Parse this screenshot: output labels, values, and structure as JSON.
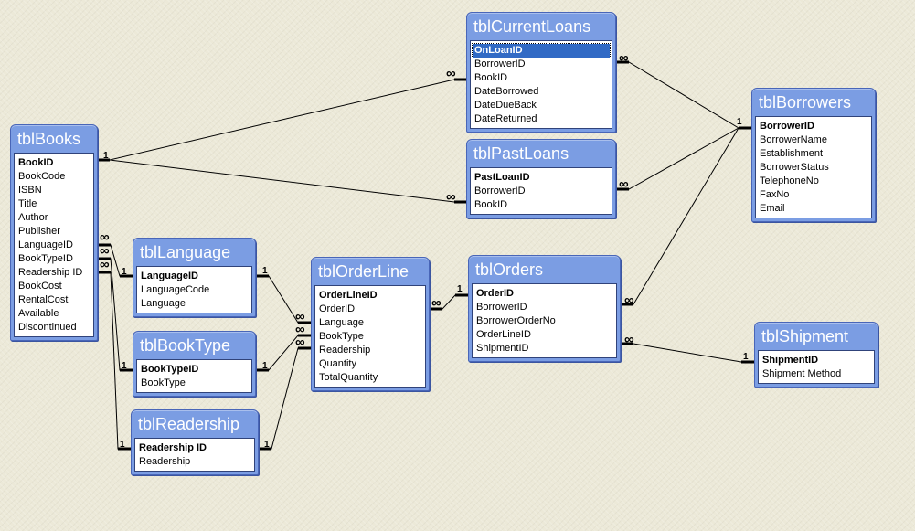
{
  "tables": [
    {
      "id": "tblBooks",
      "title": "tblBooks",
      "fields": [
        "BookID",
        "BookCode",
        "ISBN",
        "Title",
        "Author",
        "Publisher",
        "LanguageID",
        "BookTypeID",
        "Readership ID",
        "BookCost",
        "RentalCost",
        "Available",
        "Discontinued"
      ],
      "primary": [
        0
      ],
      "selected": []
    },
    {
      "id": "tblCurrentLoans",
      "title": "tblCurrentLoans",
      "fields": [
        "OnLoanID",
        "BorrowerID",
        "BookID",
        "DateBorrowed",
        "DateDueBack",
        "DateReturned"
      ],
      "primary": [
        0
      ],
      "selected": [
        0
      ]
    },
    {
      "id": "tblPastLoans",
      "title": "tblPastLoans",
      "fields": [
        "PastLoanID",
        "BorrowerID",
        "BookID"
      ],
      "primary": [
        0
      ],
      "selected": []
    },
    {
      "id": "tblBorrowers",
      "title": "tblBorrowers",
      "fields": [
        "BorrowerID",
        "BorrowerName",
        "Establishment",
        "BorrowerStatus",
        "TelephoneNo",
        "FaxNo",
        "Email"
      ],
      "primary": [
        0
      ],
      "selected": []
    },
    {
      "id": "tblLanguage",
      "title": "tblLanguage",
      "fields": [
        "LanguageID",
        "LanguageCode",
        "Language"
      ],
      "primary": [
        0
      ],
      "selected": []
    },
    {
      "id": "tblBookType",
      "title": "tblBookType",
      "fields": [
        "BookTypeID",
        "BookType"
      ],
      "primary": [
        0
      ],
      "selected": []
    },
    {
      "id": "tblReadership",
      "title": "tblReadership",
      "fields": [
        "Readership ID",
        "Readership"
      ],
      "primary": [
        0
      ],
      "selected": []
    },
    {
      "id": "tblOrderLine",
      "title": "tblOrderLine",
      "fields": [
        "OrderLineID",
        "OrderID",
        "Language",
        "BookType",
        "Readership",
        "Quantity",
        "TotalQuantity"
      ],
      "primary": [
        0
      ],
      "selected": []
    },
    {
      "id": "tblOrders",
      "title": "tblOrders",
      "fields": [
        "OrderID",
        "BorrowerID",
        "BorrowerOrderNo",
        "OrderLineID",
        "ShipmentID"
      ],
      "primary": [
        0
      ],
      "selected": []
    },
    {
      "id": "tblShipment",
      "title": "tblShipment",
      "fields": [
        "ShipmentID",
        "Shipment Method"
      ],
      "primary": [
        0
      ],
      "selected": []
    }
  ],
  "relationships": [
    {
      "one": "tblBooks",
      "many": "tblCurrentLoans",
      "one_symbol": "1",
      "many_symbol": "∞"
    },
    {
      "one": "tblBooks",
      "many": "tblPastLoans",
      "one_symbol": "1",
      "many_symbol": "∞"
    },
    {
      "one": "tblBorrowers",
      "many": "tblCurrentLoans",
      "one_symbol": "1",
      "many_symbol": "∞"
    },
    {
      "one": "tblBorrowers",
      "many": "tblPastLoans",
      "one_symbol": "1",
      "many_symbol": "∞"
    },
    {
      "one": "tblBorrowers",
      "many": "tblOrders",
      "one_symbol": "1",
      "many_symbol": "∞"
    },
    {
      "one": "tblLanguage",
      "many": "tblBooks",
      "one_symbol": "1",
      "many_symbol": "∞"
    },
    {
      "one": "tblBookType",
      "many": "tblBooks",
      "one_symbol": "1",
      "many_symbol": "∞"
    },
    {
      "one": "tblReadership",
      "many": "tblBooks",
      "one_symbol": "1",
      "many_symbol": "∞"
    },
    {
      "one": "tblLanguage",
      "many": "tblOrderLine",
      "one_symbol": "1",
      "many_symbol": "∞"
    },
    {
      "one": "tblBookType",
      "many": "tblOrderLine",
      "one_symbol": "1",
      "many_symbol": "∞"
    },
    {
      "one": "tblReadership",
      "many": "tblOrderLine",
      "one_symbol": "1",
      "many_symbol": "∞"
    },
    {
      "one": "tblOrders",
      "many": "tblOrderLine",
      "one_symbol": "1",
      "many_symbol": "∞"
    },
    {
      "one": "tblShipment",
      "many": "tblOrders",
      "one_symbol": "1",
      "many_symbol": "∞"
    }
  ]
}
